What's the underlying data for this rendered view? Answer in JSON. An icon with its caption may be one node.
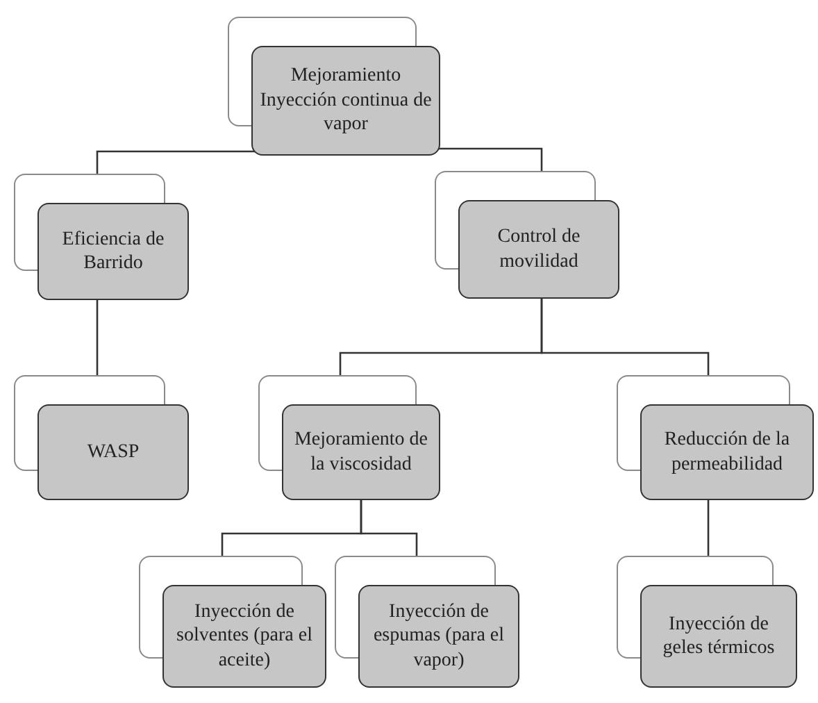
{
  "diagram": {
    "nodes": [
      {
        "text": [
          "Mejoramiento Inyección continua de vapor"
        ]
      },
      {
        "text": [
          "Eficiencia de Barrido"
        ]
      },
      {
        "text": [
          "Control de movilidad"
        ]
      },
      {
        "text": [
          "WASP"
        ]
      },
      {
        "text": [
          "Mejoramiento de la viscosidad"
        ]
      },
      {
        "text": [
          "Reducción de la permeabilidad"
        ]
      },
      {
        "text": [
          "Inyección de solventes (para el aceite)"
        ]
      },
      {
        "text": [
          "Inyección de espumas (para el vapor)"
        ]
      },
      {
        "text": [
          "Inyección de geles térmicos"
        ]
      }
    ],
    "edges": [
      {
        "from": 0,
        "to": 1,
        "arrow": "none"
      },
      {
        "from": 0,
        "to": 2,
        "arrow": "none"
      },
      {
        "from": 1,
        "to": 3,
        "arrow": "none"
      },
      {
        "from": 2,
        "to": 4,
        "arrow": "none"
      },
      {
        "from": 2,
        "to": 5,
        "arrow": "none"
      },
      {
        "from": 4,
        "to": 6,
        "arrow": "none"
      },
      {
        "from": 4,
        "to": 7,
        "arrow": "none"
      },
      {
        "from": 5,
        "to": 8,
        "arrow": "none"
      }
    ]
  }
}
